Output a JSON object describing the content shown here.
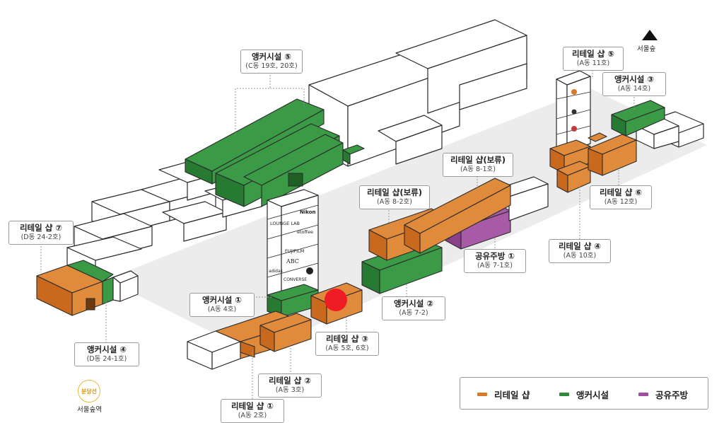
{
  "colors": {
    "retail": "#d97a2b",
    "anchor": "#2f8a3a",
    "kitchen": "#a04f9e",
    "outline": "#2a2a2a",
    "floor": "#e9e9e9",
    "marker": "#ee1c24"
  },
  "callouts": {
    "anchor5": {
      "title": "앵커시설 ⑤",
      "sub": "(C동 19호, 20호)"
    },
    "anchor4": {
      "title": "앵커시설 ④",
      "sub": "(D동 24-1호)"
    },
    "anchor1": {
      "title": "앵커시설 ①",
      "sub": "(A동 4호)"
    },
    "anchor2": {
      "title": "앵커시설 ②",
      "sub": "(A동 7-2)"
    },
    "anchor3": {
      "title": "앵커시설 ③",
      "sub": "(A동 14호)"
    },
    "retail7": {
      "title": "리테일 샵 ⑦",
      "sub": "(D동 24-2호)"
    },
    "retail1": {
      "title": "리테일 샵 ①",
      "sub": "(A동 2호)"
    },
    "retail2": {
      "title": "리테일 샵 ②",
      "sub": "(A동 3호)"
    },
    "retail3": {
      "title": "리테일 샵 ③",
      "sub": "(A동 5호, 6호)"
    },
    "retail_hold_82": {
      "title": "리테일 샵(보류)",
      "sub": "(A동 8-2호)"
    },
    "retail_hold_81": {
      "title": "리테일 샵(보류)",
      "sub": "(A동 8-1호)"
    },
    "retail4": {
      "title": "리테일 샵 ④",
      "sub": "(A동 10호)"
    },
    "retail5": {
      "title": "리테일 샵 ⑤",
      "sub": "(A동 11호)"
    },
    "retail6": {
      "title": "리테일 샵 ⑥",
      "sub": "(A동 12호)"
    },
    "kitchen1": {
      "title": "공유주방 ①",
      "sub": "(A동 7-1호)"
    }
  },
  "legend": {
    "retail": "리테일 샵",
    "anchor": "앵커시설",
    "kitchen": "공유주방"
  },
  "landmarks": {
    "mountain": "서울숲",
    "station_badge": "분당선",
    "station": "서울숲역"
  },
  "logos": {
    "l1": "LOUNGE LAB",
    "l2": "Nikon",
    "l3": "etoffee",
    "l4": "FUJIFILM",
    "l5": "ABC",
    "l6": "CONVERSE",
    "l7": "adidas"
  }
}
